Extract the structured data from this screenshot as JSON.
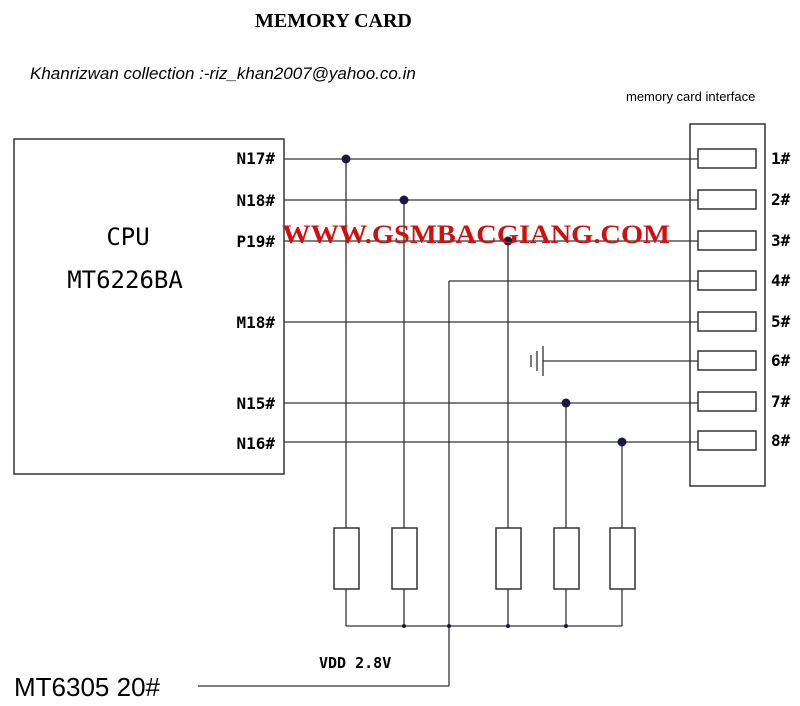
{
  "title": "MEMORY CARD",
  "credit": "Khanrizwan collection :-riz_khan2007@yahoo.co.in",
  "interface_label": "memory card interface",
  "cpu": {
    "line1": "CPU",
    "line2": "MT6226BA"
  },
  "cpu_pins": [
    "N17#",
    "N18#",
    "P19#",
    "M18#",
    "N15#",
    "N16#"
  ],
  "card_pins": [
    "1#",
    "2#",
    "3#",
    "4#",
    "5#",
    "6#",
    "7#",
    "8#"
  ],
  "watermark": "WWW.GSMBACGIANG.COM",
  "vdd_label": "VDD 2.8V",
  "pmic_label": "MT6305 20#",
  "colors": {
    "watermark": "#cc1111",
    "wire": "#333333",
    "junction": "#1a1a40"
  }
}
